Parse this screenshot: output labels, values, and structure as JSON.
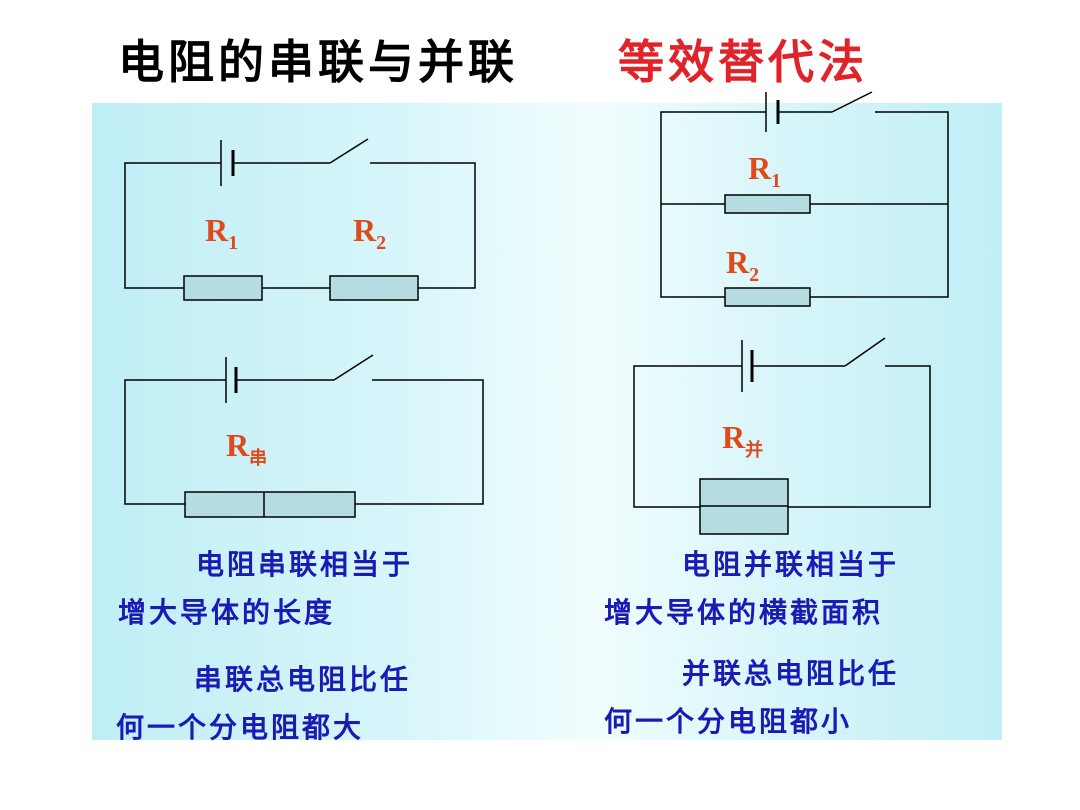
{
  "title": "电阻的串联与并联",
  "title_accent": "等效替代法",
  "circuits": {
    "series": {
      "r1": "R",
      "r1_sub": "1",
      "r2": "R",
      "r2_sub": "2"
    },
    "parallel": {
      "r1": "R",
      "r1_sub": "1",
      "r2": "R",
      "r2_sub": "2"
    },
    "series_equiv": {
      "label": "R",
      "sub": "串"
    },
    "parallel_equiv": {
      "label": "R",
      "sub": "并"
    }
  },
  "notes": {
    "series_length": {
      "line1": "电阻串联相当于",
      "line2": "增大导体的长度"
    },
    "series_total": {
      "line1": "串联总电阻比任",
      "line2": "何一个分电阻都大"
    },
    "parallel_area": {
      "line1": "电阻并联相当于",
      "line2": "增大导体的横截面积"
    },
    "parallel_total": {
      "line1": "并联总电阻比任",
      "line2": "何一个分电阻都小"
    }
  },
  "colors": {
    "title": "#000000",
    "accent": "#e0222a",
    "label": "#e0491b",
    "note": "#1a1ab4",
    "resistor_fill": "#b5dce0",
    "panel": "#bfeef5"
  }
}
